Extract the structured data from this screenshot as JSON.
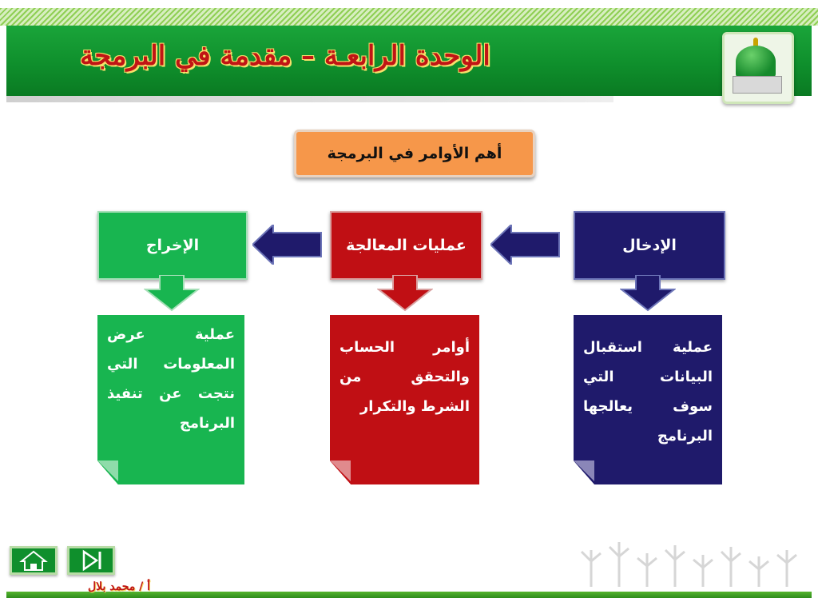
{
  "header": {
    "title": "الوحدة الرابعـة – مقدمة في البرمجة",
    "logo_icon": "mosque-dome-icon"
  },
  "main": {
    "top_label": "أهم الأوامر في البرمجة",
    "columns": [
      {
        "key": "input",
        "title": "الإدخال",
        "description": "عملية استقبال البيانات التي سوف يعالجها البرنامج",
        "color": "#1f1a6b"
      },
      {
        "key": "processing",
        "title": "عمليات المعالجة",
        "description": "أوامر الحساب والتحقق من الشرط والتكرار",
        "color": "#c00f14"
      },
      {
        "key": "output",
        "title": "الإخراج",
        "description": "عملية عرض المعلومات التي نتجت عن تنفيذ البرنامج",
        "color": "#18b550"
      }
    ],
    "arrow_color": "#1f1a6b"
  },
  "footer": {
    "author": "أ / محمد بلال",
    "home_icon": "home-icon",
    "next_icon": "next-slide-icon"
  }
}
